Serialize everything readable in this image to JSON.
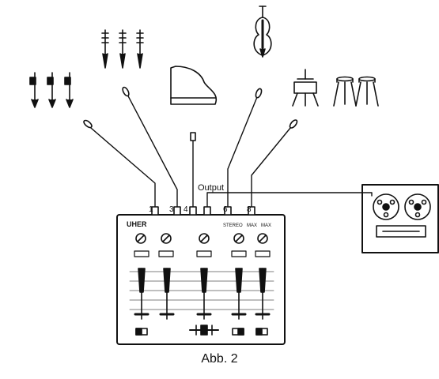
{
  "caption": "Abb. 2",
  "output_label": "Output",
  "mixer": {
    "brand": "UHER",
    "panel_labels": [
      "STEREO",
      "MAX",
      "MAX"
    ]
  },
  "channel_numbers": [
    "1",
    "3",
    "4",
    "6",
    "8"
  ],
  "instruments": [
    "trumpets",
    "flutes",
    "grand-piano",
    "violin",
    "drum-kit"
  ]
}
